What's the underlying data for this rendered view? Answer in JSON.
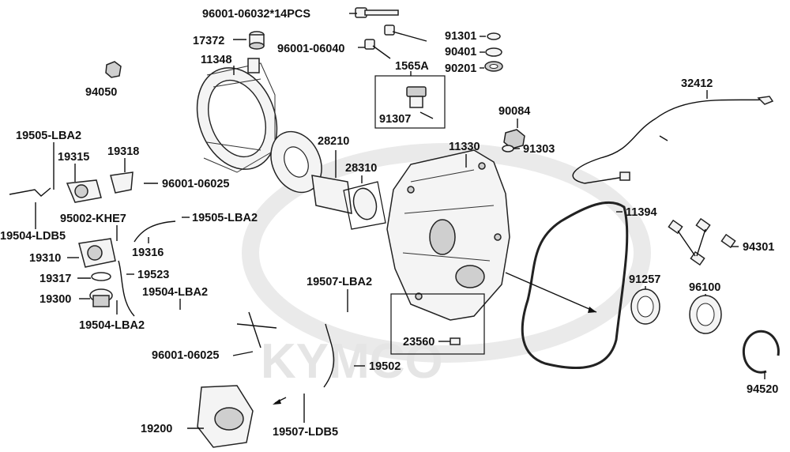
{
  "watermark": {
    "text": "KYMCO"
  },
  "labels": [
    {
      "id": "96001-06032",
      "text": "96001-06032*14PCS"
    },
    {
      "id": "17372",
      "text": "17372"
    },
    {
      "id": "96001-06040",
      "text": "96001-06040"
    },
    {
      "id": "11348",
      "text": "11348"
    },
    {
      "id": "91301",
      "text": "91301"
    },
    {
      "id": "90401",
      "text": "90401"
    },
    {
      "id": "90201",
      "text": "90201"
    },
    {
      "id": "1565A",
      "text": "1565A"
    },
    {
      "id": "91307",
      "text": "91307"
    },
    {
      "id": "94050",
      "text": "94050"
    },
    {
      "id": "32412",
      "text": "32412"
    },
    {
      "id": "90084",
      "text": "90084"
    },
    {
      "id": "91303",
      "text": "91303"
    },
    {
      "id": "28210",
      "text": "28210"
    },
    {
      "id": "28310",
      "text": "28310"
    },
    {
      "id": "11330",
      "text": "11330"
    },
    {
      "id": "19505-LBA2-a",
      "text": "19505-LBA2"
    },
    {
      "id": "19315",
      "text": "19315"
    },
    {
      "id": "19318",
      "text": "19318"
    },
    {
      "id": "96001-06025-a",
      "text": "96001-06025"
    },
    {
      "id": "95002-KHE7",
      "text": "95002-KHE7"
    },
    {
      "id": "19505-LBA2-b",
      "text": "19505-LBA2"
    },
    {
      "id": "19504-LDB5",
      "text": "19504-LDB5"
    },
    {
      "id": "11394",
      "text": "11394"
    },
    {
      "id": "94301",
      "text": "94301"
    },
    {
      "id": "19310",
      "text": "19310"
    },
    {
      "id": "19316",
      "text": "19316"
    },
    {
      "id": "19317",
      "text": "19317"
    },
    {
      "id": "19523",
      "text": "19523"
    },
    {
      "id": "19300",
      "text": "19300"
    },
    {
      "id": "19507-LBA2",
      "text": "19507-LBA2"
    },
    {
      "id": "91257",
      "text": "91257"
    },
    {
      "id": "96100",
      "text": "96100"
    },
    {
      "id": "19504-LBA2-a",
      "text": "19504-LBA2"
    },
    {
      "id": "19504-LBA2-b",
      "text": "19504-LBA2"
    },
    {
      "id": "23560",
      "text": "23560"
    },
    {
      "id": "96001-06025-b",
      "text": "96001-06025"
    },
    {
      "id": "19502",
      "text": "19502"
    },
    {
      "id": "94520",
      "text": "94520"
    },
    {
      "id": "19200",
      "text": "19200"
    },
    {
      "id": "19507-LDB5",
      "text": "19507-LDB5"
    }
  ]
}
